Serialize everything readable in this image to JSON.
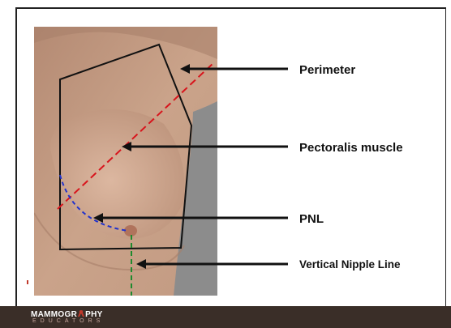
{
  "labels": {
    "perimeter": "Perimeter",
    "pectoralis": "Pectoralis muscle",
    "pnl": "PNL",
    "vertical_nipple_line": "Vertical Nipple Line"
  },
  "footer": {
    "logo_main_left": "MAMMOGR",
    "logo_main_right": "PHY",
    "logo_sub": "EDUCATORS"
  },
  "colors": {
    "perimeter_line": "#111111",
    "pectoralis_line": "#d8141c",
    "pnl_line": "#2233cc",
    "vertical_nipple_line": "#1e8a2e",
    "footer_bg": "#3a2e28",
    "ribbon": "#c0392b"
  }
}
